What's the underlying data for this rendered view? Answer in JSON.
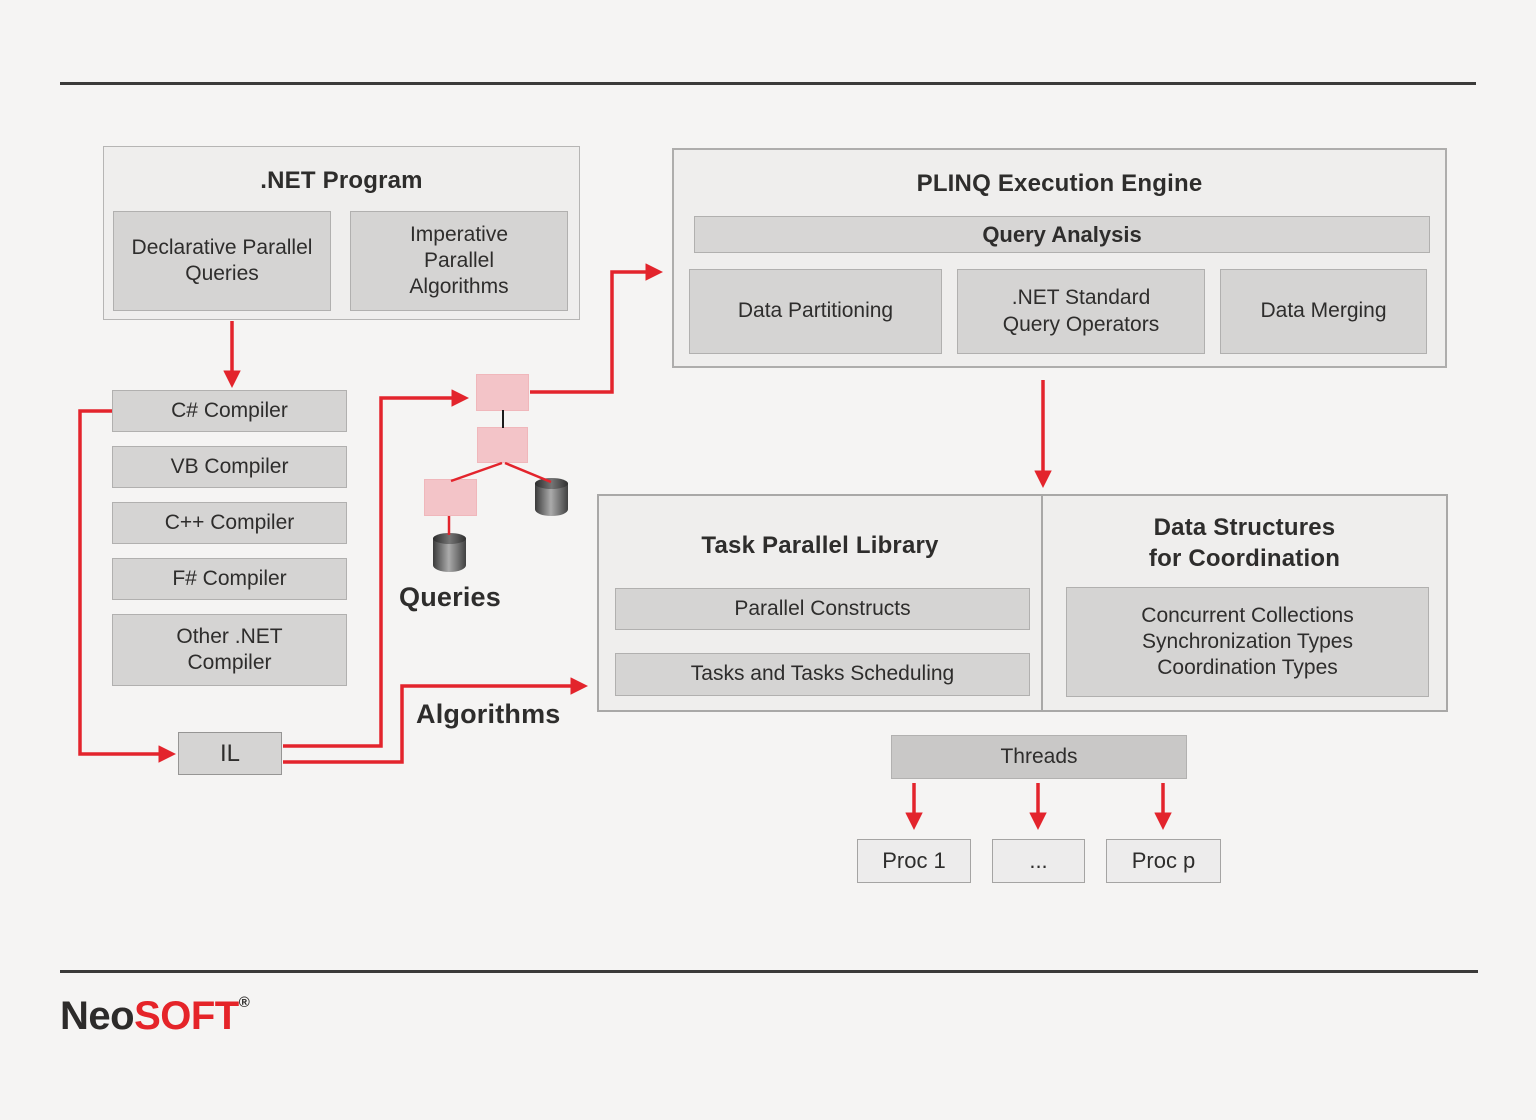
{
  "net_program": {
    "title": ".NET Program",
    "declarative": "Declarative Parallel Queries",
    "imperative": "Imperative Parallel Algorithms"
  },
  "plinq": {
    "title": "PLINQ Execution Engine",
    "query_analysis": "Query Analysis",
    "data_partitioning": "Data Partitioning",
    "query_operators": ".NET Standard Query Operators",
    "data_merging": "Data Merging"
  },
  "compilers": [
    "C# Compiler",
    "VB Compiler",
    "C++ Compiler",
    "F# Compiler",
    "Other .NET Compiler"
  ],
  "il": "IL",
  "labels": {
    "queries": "Queries",
    "algorithms": "Algorithms"
  },
  "tpl": {
    "title": "Task Parallel Library",
    "parallel_constructs": "Parallel Constructs",
    "tasks_scheduling": "Tasks and Tasks Scheduling"
  },
  "dsc": {
    "title_lines": [
      "Data Structures",
      "for Coordination"
    ],
    "items": [
      "Concurrent Collections",
      "Synchronization Types",
      "Coordination Types"
    ]
  },
  "threads": {
    "label": "Threads",
    "procs": [
      "Proc 1",
      "...",
      "Proc p"
    ]
  },
  "logo": {
    "neo": "Neo",
    "soft": "SOFT",
    "reg": "®"
  },
  "colors": {
    "arrow_red": "#e3242c",
    "logo_red": "#e52429",
    "background": "#f5f4f3",
    "inner_box_fill": "#d5d4d3",
    "pink_node_fill": "#f3c4c8"
  }
}
